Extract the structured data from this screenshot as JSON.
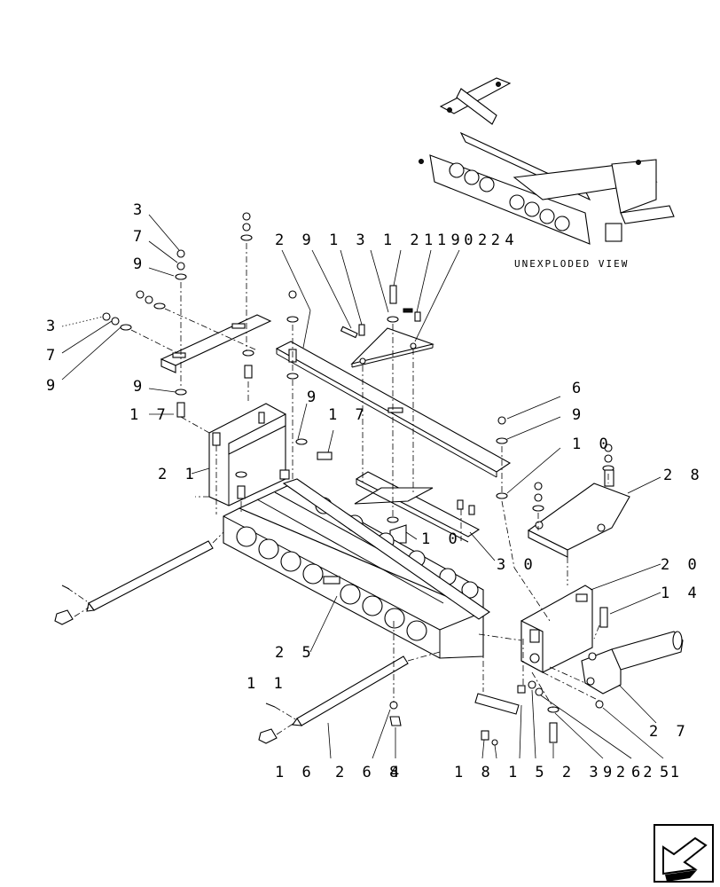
{
  "caption": "UNEXPLODED VIEW",
  "callouts": {
    "top_left_3": "3",
    "top_left_7": "7",
    "top_left_9": "9",
    "left_3": "3",
    "left_7": "7",
    "left_9": "9",
    "left_9b": "9",
    "left_17": "1 7",
    "mid_9": "9",
    "mid_17": "1 7",
    "mid_21": "2 1",
    "top_group_a": "2 9 1 3 1 2 1 0 2",
    "top_group_b": "1 9 2 4",
    "right_6": "6",
    "right_9": "9",
    "right_10": "1 0",
    "right_28": "2 8",
    "center_10": "1 0",
    "center_30": "3 0",
    "right_20": "2 0",
    "right_14": "1 4",
    "bottom_25": "2 5",
    "right_27": "2 7",
    "bottom_11": "1 1",
    "bottom_16": "1 6",
    "bottom_group_a": "2 6 8",
    "bottom_4": "4",
    "bottom_group_b": "1 8 1 5 2 3 2 2 1",
    "bottom_9": "9",
    "bottom_6": "6",
    "bottom_5": "5"
  },
  "icons": {
    "nav": "next-page-arrow-icon"
  }
}
